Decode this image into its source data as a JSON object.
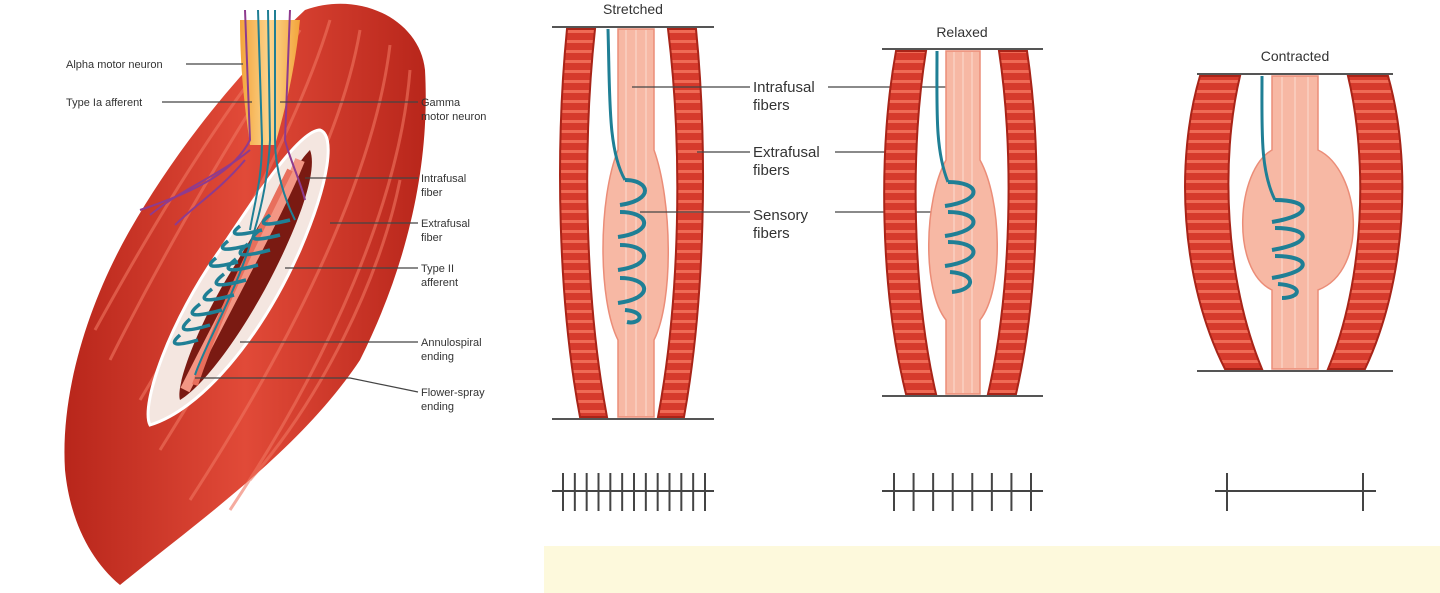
{
  "left_labels": {
    "alpha": "Alpha motor neuron",
    "type1a": "Type Ia afferent",
    "gamma_1": "Gamma",
    "gamma_2": "motor neuron",
    "intrafusal_1": "Intrafusal",
    "intrafusal_2": "fiber",
    "extrafusal_1": "Extrafusal",
    "extrafusal_2": "fiber",
    "type2_1": "Type II",
    "type2_2": "afferent",
    "annulo_1": "Annulospiral",
    "annulo_2": "ending",
    "flower_1": "Flower-spray",
    "flower_2": "ending"
  },
  "states": {
    "stretched": "Stretched",
    "relaxed": "Relaxed",
    "contracted": "Contracted"
  },
  "middle_labels": {
    "intrafusal_1": "Intrafusal",
    "intrafusal_2": "fibers",
    "extrafusal_1": "Extrafusal",
    "extrafusal_2": "fibers",
    "sensory_1": "Sensory",
    "sensory_2": "fibers"
  },
  "firing": {
    "stretched_spikes": 13,
    "relaxed_spikes": 8,
    "contracted_spikes": 2
  },
  "colors": {
    "muscle": "#d63a2c",
    "muscle_dark": "#a82418",
    "intrafusal": "#f7b8a4",
    "nerve": "#1f7f95",
    "nerve_sheath": "#f5b74e",
    "gamma_nerve": "#8e3b8e",
    "answer_box": "#fdf9dc"
  }
}
